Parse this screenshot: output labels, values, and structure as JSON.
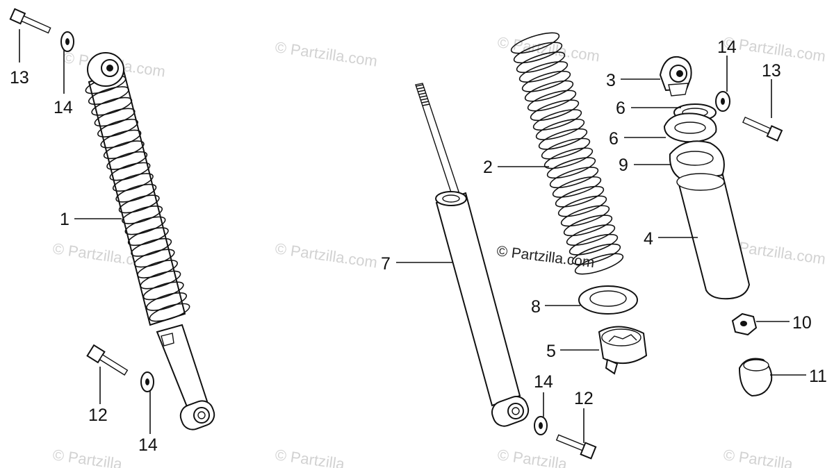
{
  "diagram": {
    "labels": {
      "l13a": "13",
      "l14a": "14",
      "l1": "1",
      "l12a": "12",
      "l14b": "14",
      "l7": "7",
      "l2": "2",
      "l8": "8",
      "l5": "5",
      "l14c": "14",
      "l12b": "12",
      "l3": "3",
      "l6a": "6",
      "l6b": "6",
      "l9": "9",
      "l4": "4",
      "l14d": "14",
      "l13b": "13",
      "l10": "10",
      "l11": "11"
    },
    "watermark": {
      "main": "© Partzilla.com",
      "faint": "© Partzilla.com",
      "faint_cut": "© Partzilla"
    }
  }
}
